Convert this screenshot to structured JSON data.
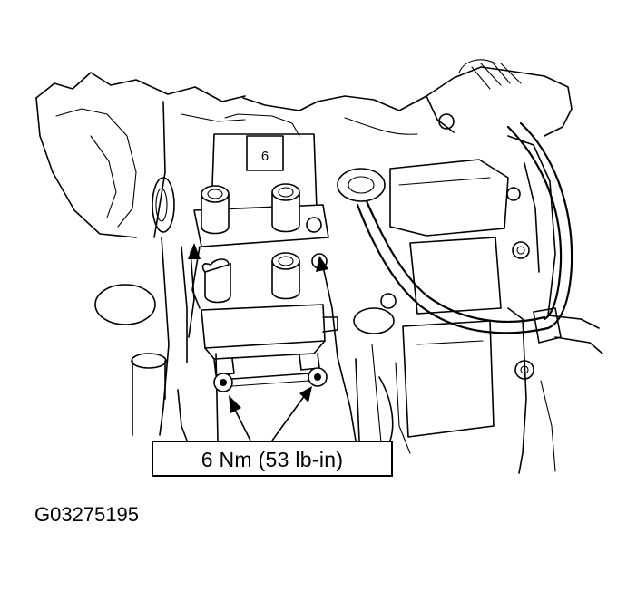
{
  "diagram": {
    "callout_label": "6 Nm (53 lb-in)",
    "figure_id": "G03275195",
    "part_label": "6"
  },
  "colors": {
    "line": "#000000",
    "background": "#ffffff"
  }
}
